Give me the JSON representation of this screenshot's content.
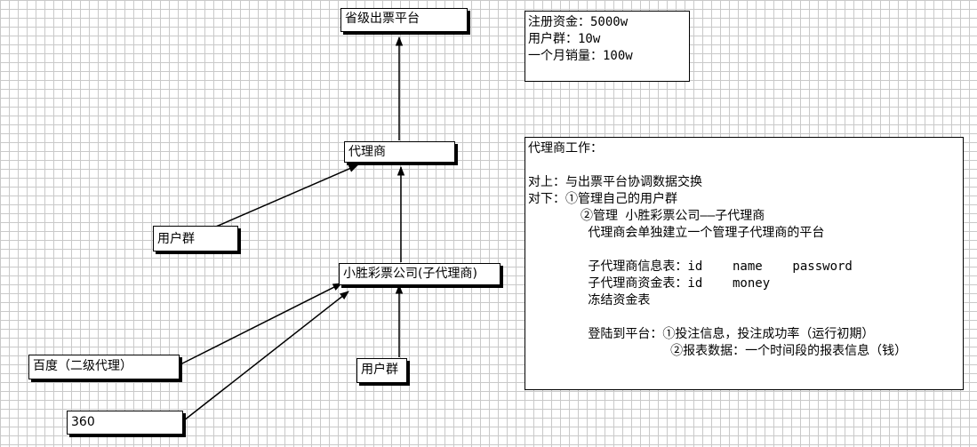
{
  "nodes": {
    "provincial": "省级出票平台",
    "agent": "代理商",
    "sub_agent": "小胜彩票公司(子代理商)",
    "agent_users": "用户群",
    "sub_users": "用户群",
    "baidu": "百度（二级代理）",
    "c360": "360"
  },
  "stats_note": {
    "lines": [
      "注册资金：5000w",
      "用户群：10w",
      "一个月销量：100w"
    ]
  },
  "agent_note": {
    "lines": [
      "代理商工作：",
      "",
      "对上：与出票平台协调数据交换",
      "对下：①管理自己的用户群",
      "       ②管理 小胜彩票公司——子代理商",
      "        代理商会单独建立一个管理子代理商的平台",
      "",
      "        子代理商信息表：id    name    password",
      "        子代理商资金表：id    money",
      "        冻结资金表",
      "",
      "        登陆到平台：①投注信息，投注成功率（运行初期）",
      "                   ②报表数据：一个时间段的报表信息（钱）"
    ]
  }
}
